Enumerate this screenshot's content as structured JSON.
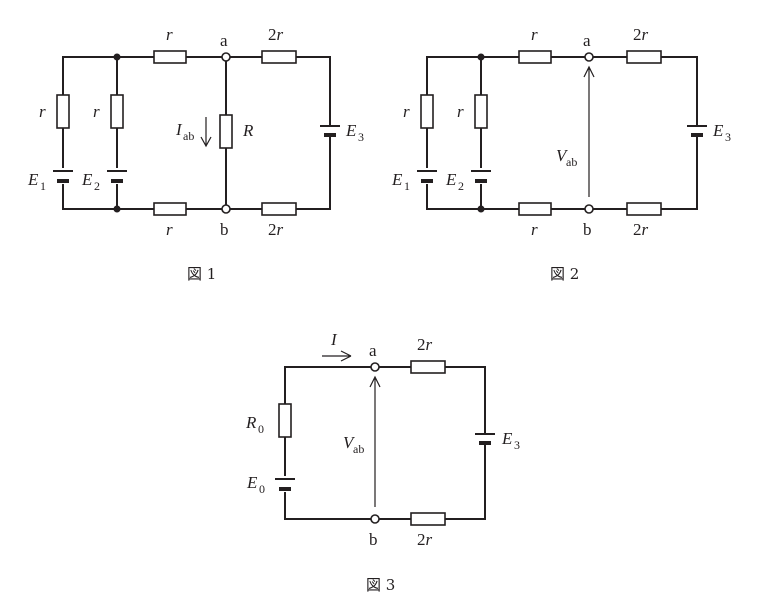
{
  "figure1": {
    "caption": "図 1",
    "node_a": "a",
    "node_b": "b",
    "r_top": "r",
    "two_r_top": "2r",
    "r_bottom": "r",
    "two_r_bottom": "2r",
    "r_left1": "r",
    "r_left2": "r",
    "R_label": "R",
    "I_main": "I",
    "I_sub": "ab",
    "E1_main": "E",
    "E1_sub": "1",
    "E2_main": "E",
    "E2_sub": "2",
    "E3_main": "E",
    "E3_sub": "3"
  },
  "figure2": {
    "caption": "図 2",
    "node_a": "a",
    "node_b": "b",
    "r_top": "r",
    "two_r_top": "2r",
    "r_bottom": "r",
    "two_r_bottom": "2r",
    "r_left1": "r",
    "r_left2": "r",
    "V_main": "V",
    "V_sub": "ab",
    "E1_main": "E",
    "E1_sub": "1",
    "E2_main": "E",
    "E2_sub": "2",
    "E3_main": "E",
    "E3_sub": "3"
  },
  "figure3": {
    "caption": "図 3",
    "node_a": "a",
    "node_b": "b",
    "I_label": "I",
    "two_r_top": "2r",
    "two_r_bottom": "2r",
    "R0_main": "R",
    "R0_sub": "0",
    "E0_main": "E",
    "E0_sub": "0",
    "V_main": "V",
    "V_sub": "ab",
    "E3_main": "E",
    "E3_sub": "3"
  }
}
